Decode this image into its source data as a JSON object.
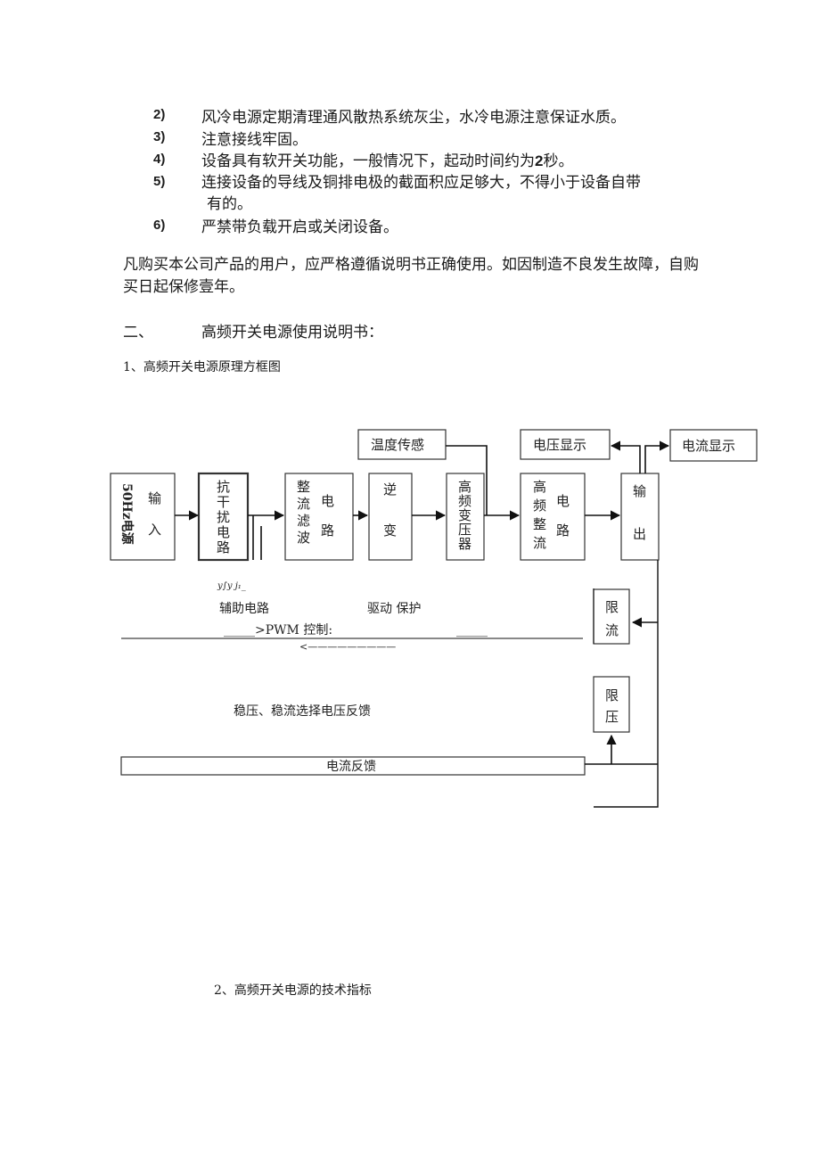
{
  "list": [
    {
      "num": "2)",
      "text": "风冷电源定期清理通风散热系统灰尘，水冷电源注意保证水质。"
    },
    {
      "num": "3)",
      "text": "注意接线牢固。"
    },
    {
      "num": "4)",
      "text": "设备具有软开关功能，一般情况下，起动时间约为",
      "bold": "2",
      "tail": "秒。"
    },
    {
      "num": "5)",
      "text": "连接设备的导线及铜排电极的截面积应足够大，不得小于设备自带",
      "cont": "有的。"
    },
    {
      "num": "6)",
      "text": "严禁带负载开启或关闭设备。"
    }
  ],
  "warranty": {
    "line1": "凡购买本公司产品的用户，应严格遵循说明书正确使用。如因制造不良发生故障，自购",
    "line2": "买日起保修壹年。"
  },
  "section": {
    "number": "二、",
    "title": "高频开关电源使用说明书："
  },
  "sub1": "1、高频开关电源原理方框图",
  "sub2": "2、高频开关电源的技术指标",
  "diagram": {
    "blocks": {
      "input_left": "50Hz电源",
      "input_right": "输入",
      "anti_interference": [
        "抗",
        "干",
        "扰",
        "电",
        "路"
      ],
      "rectifier_left": [
        "整",
        "流",
        "滤",
        "波"
      ],
      "rectifier_right": [
        "电",
        "路"
      ],
      "inverter": [
        "逆",
        "变"
      ],
      "hf_transformer": [
        "高",
        "频",
        "变",
        "压",
        "器"
      ],
      "hf_rectifier_left": [
        "高",
        "频",
        "整",
        "流"
      ],
      "hf_rectifier_right": [
        "电",
        "路"
      ],
      "output": [
        "输",
        "出"
      ],
      "temp_sensor": "温度传感",
      "voltage_display": "电压显示",
      "current_display": "电流显示",
      "current_limit": [
        "限",
        "流"
      ],
      "voltage_limit": [
        "限",
        "压"
      ]
    },
    "labels": {
      "garbled": "y∫y j₁_",
      "aux_circuit": "辅助电路",
      "drive_protect": "驱动  保护",
      "pwm": "_____>PWM 控制:",
      "pwm_underline": "_____",
      "dashed_arrow": "<—————————",
      "feedback_select": "稳压、稳流选择电压反馈",
      "current_feedback": "电流反馈"
    }
  }
}
